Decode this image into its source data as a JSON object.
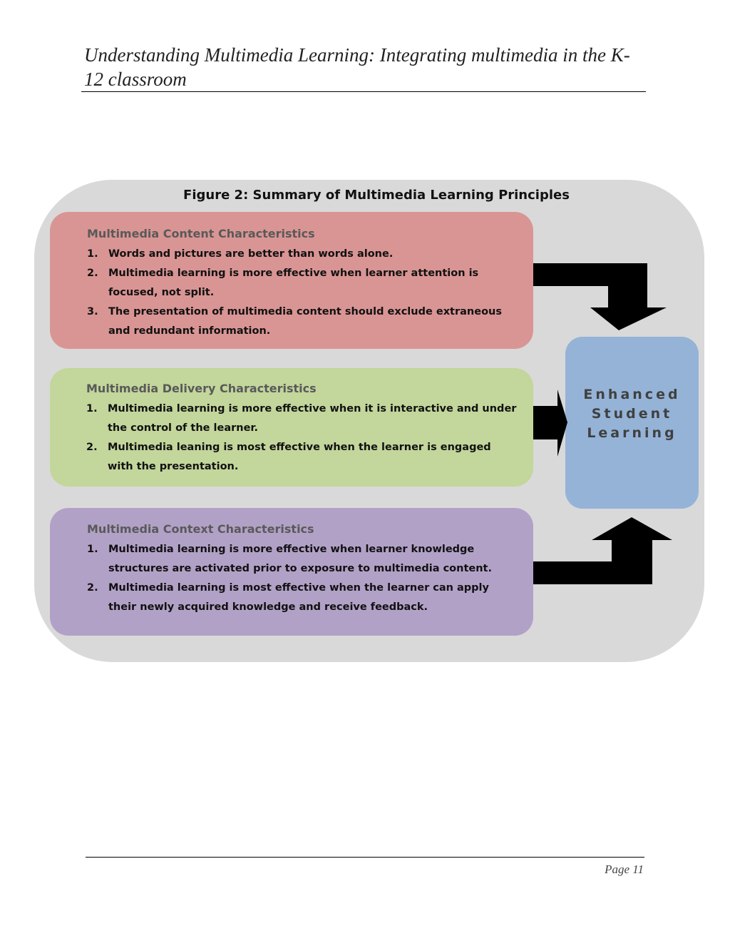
{
  "header": {
    "title": "Understanding Multimedia Learning: Integrating multimedia in the K-12 classroom"
  },
  "figure": {
    "title": "Figure 2: Summary of Multimedia Learning Principles",
    "boxes": [
      {
        "heading": "Multimedia Content Characteristics",
        "color": "#d99594",
        "items": [
          {
            "num": "1.",
            "text": "Words and pictures are better than words alone."
          },
          {
            "num": "2.",
            "text": "Multimedia learning is more effective when learner attention is focused, not split."
          },
          {
            "num": "3.",
            "text": "The presentation of multimedia content should exclude extraneous and redundant information."
          }
        ]
      },
      {
        "heading": "Multimedia Delivery Characteristics",
        "color": "#c3d69b",
        "items": [
          {
            "num": "1.",
            "text": "Multimedia learning is more effective when it is interactive and under the control of the learner."
          },
          {
            "num": "2.",
            "text": "Multimedia leaning is most effective when the learner is engaged with the presentation."
          }
        ]
      },
      {
        "heading": "Multimedia Context Characteristics",
        "color": "#b2a1c7",
        "items": [
          {
            "num": "1.",
            "text": " Multimedia learning is more effective when learner knowledge structures are activated prior to exposure to multimedia content."
          },
          {
            "num": "2.",
            "text": "Multimedia learning is most effective when the learner can apply their newly acquired knowledge and receive feedback."
          }
        ]
      }
    ],
    "result": {
      "line1": "Enhanced",
      "line2": "Student",
      "line3": "Learning",
      "color": "#95b3d7"
    }
  },
  "footer": {
    "page_label": "Page 11"
  }
}
